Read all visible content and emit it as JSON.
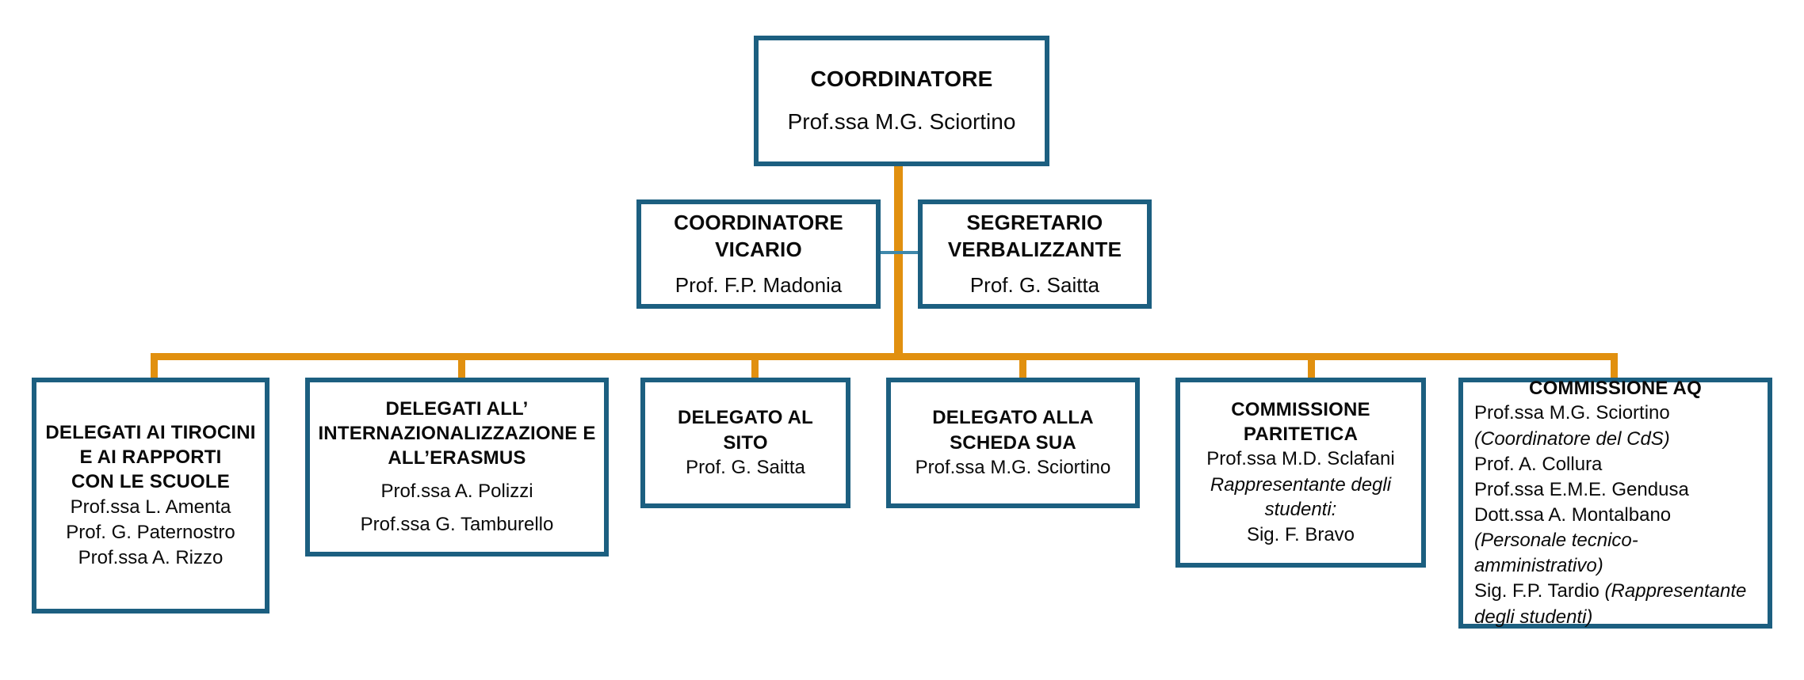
{
  "chart": {
    "title": "Organigramma Corso di Studi",
    "colors": {
      "box_border": "#1C5F80",
      "connector_orange": "#E1900F",
      "connector_blue": "#3E88AB",
      "background": "#FFFFFF",
      "text": "#0A0A0A"
    }
  },
  "nodes": {
    "coordinatore": {
      "title": "COORDINATORE",
      "person": "Prof.ssa M.G. Sciortino"
    },
    "coordinatore_vicario": {
      "title": "COORDINATORE\nVICARIO",
      "person": "Prof. F.P. Madonia"
    },
    "segretario_verbalizzante": {
      "title": "SEGRETARIO\nVERBALIZZANTE",
      "person": "Prof. G. Saitta"
    },
    "delegati_tirocini": {
      "title": "DELEGATI AI TIROCINI\nE AI RAPPORTI\nCON LE SCUOLE",
      "people": [
        "Prof.ssa L. Amenta",
        "Prof. G. Paternostro",
        "Prof.ssa A. Rizzo"
      ]
    },
    "delegati_internazionalizzazione": {
      "title": "DELEGATI ALL’\nINTERNAZIONALIZZAZIONE E\nALL’ERASMUS",
      "people": [
        "Prof.ssa A. Polizzi",
        "Prof.ssa G. Tamburello"
      ]
    },
    "delegato_sito": {
      "title": "DELEGATO AL SITO",
      "person": "Prof. G. Saitta"
    },
    "delegato_scheda_sua": {
      "title": "DELEGATO ALLA\nSCHEDA SUA",
      "person": "Prof.ssa M.G. Sciortino"
    },
    "commissione_paritetica": {
      "title": "COMMISSIONE\nPARITETICA",
      "person": "Prof.ssa M.D. Sclafani",
      "role_label": "Rappresentante degli\nstudenti:",
      "student_rep": "Sig. F. Bravo"
    },
    "commissione_aq": {
      "title": "COMMISSIONE AQ",
      "members": [
        {
          "name": "Prof.ssa M.G. Sciortino",
          "note": "(Coordinatore del CdS)"
        },
        {
          "name": "Prof. A. Collura",
          "note": ""
        },
        {
          "name": "Prof.ssa E.M.E. Gendusa",
          "note": ""
        },
        {
          "name": "Dott.ssa A. Montalbano",
          "note": "(Personale tecnico-amministrativo)"
        },
        {
          "name": "Sig. F.P. Tardio",
          "note": "(Rappresentante degli studenti)"
        }
      ]
    }
  }
}
